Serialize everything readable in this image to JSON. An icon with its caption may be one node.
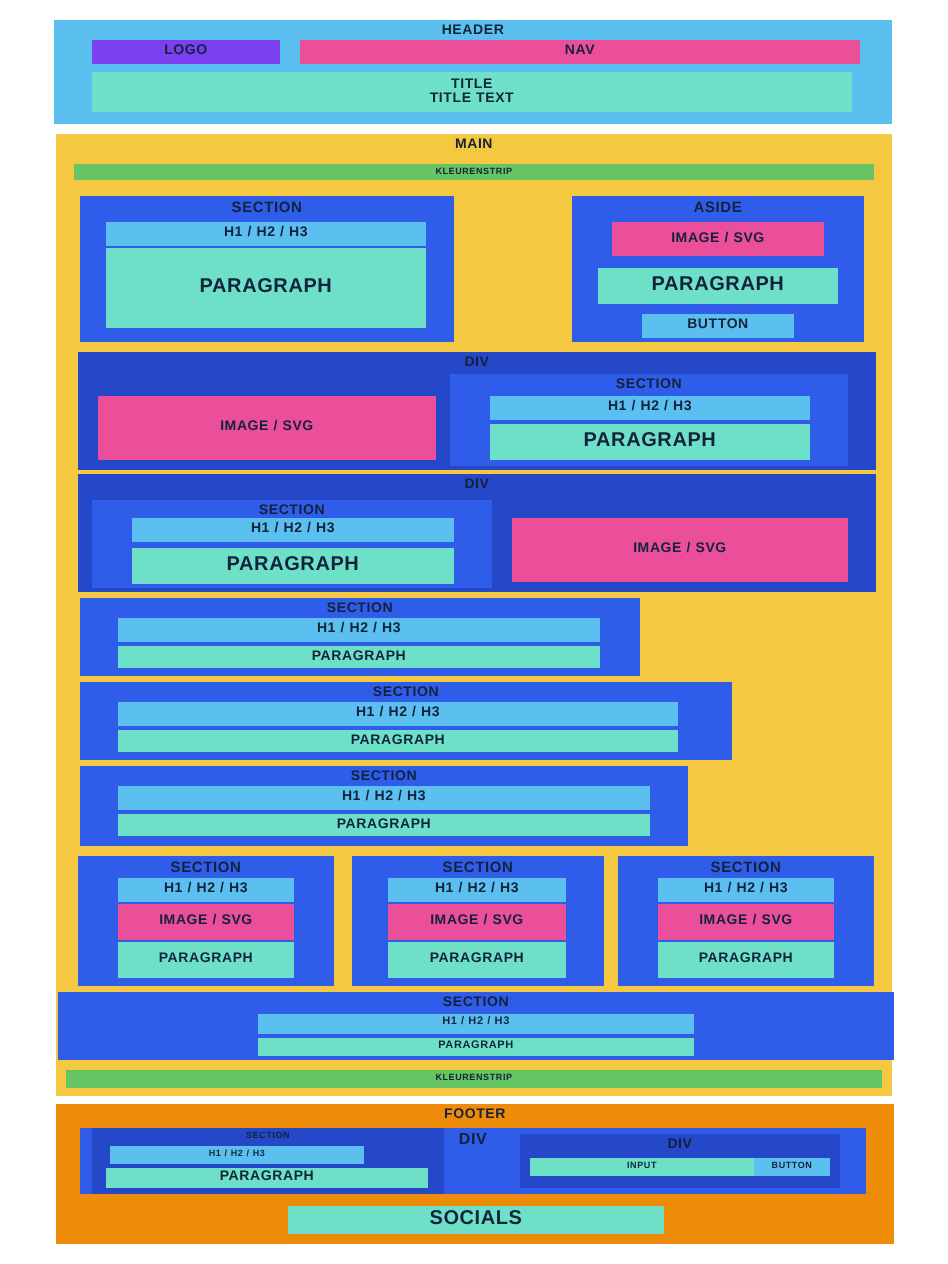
{
  "diagram": {
    "nodes": [
      {
        "text": [
          "HEADER"
        ]
      },
      {
        "text": [
          "LOGO"
        ],
        "in": 0
      },
      {
        "text": [
          "NAV"
        ],
        "in": 0
      },
      {
        "text": [
          "TITLE",
          "TITLE TEXT"
        ],
        "in": 0
      },
      {
        "text": [
          "MAIN"
        ]
      },
      {
        "text": [
          "KLEURENSTRIP"
        ],
        "in": 4
      },
      {
        "text": [
          "SECTION"
        ],
        "in": 4
      },
      {
        "text": [
          "H1 / H2 / H3"
        ],
        "in": 6
      },
      {
        "text": [
          "PARAGRAPH"
        ],
        "in": 6
      },
      {
        "text": [
          "ASIDE"
        ],
        "in": 4
      },
      {
        "text": [
          "IMAGE / SVG"
        ],
        "in": 9
      },
      {
        "text": [
          "PARAGRAPH"
        ],
        "in": 9
      },
      {
        "text": [
          "BUTTON"
        ],
        "in": 9
      },
      {
        "text": [
          "DIV"
        ],
        "in": 4
      },
      {
        "text": [
          "IMAGE / SVG"
        ],
        "in": 13
      },
      {
        "text": [
          "SECTION"
        ],
        "in": 13
      },
      {
        "text": [
          "H1 / H2 / H3"
        ],
        "in": 15
      },
      {
        "text": [
          "PARAGRAPH"
        ],
        "in": 15
      },
      {
        "text": [
          "DIV"
        ],
        "in": 4
      },
      {
        "text": [
          "SECTION"
        ],
        "in": 18
      },
      {
        "text": [
          "H1 / H2 / H3"
        ],
        "in": 19
      },
      {
        "text": [
          "PARAGRAPH"
        ],
        "in": 19
      },
      {
        "text": [
          "IMAGE / SVG"
        ],
        "in": 18
      },
      {
        "text": [
          "SECTION"
        ],
        "in": 4
      },
      {
        "text": [
          "H1 / H2 / H3"
        ],
        "in": 23
      },
      {
        "text": [
          "PARAGRAPH"
        ],
        "in": 23
      },
      {
        "text": [
          "SECTION"
        ],
        "in": 4
      },
      {
        "text": [
          "H1 / H2 / H3"
        ],
        "in": 26
      },
      {
        "text": [
          "PARAGRAPH"
        ],
        "in": 26
      },
      {
        "text": [
          "SECTION"
        ],
        "in": 4
      },
      {
        "text": [
          "H1 / H2 / H3"
        ],
        "in": 29
      },
      {
        "text": [
          "PARAGRAPH"
        ],
        "in": 29
      },
      {
        "text": [
          "SECTION"
        ],
        "in": 4
      },
      {
        "text": [
          "H1 / H2 / H3"
        ],
        "in": 32
      },
      {
        "text": [
          "IMAGE / SVG"
        ],
        "in": 32
      },
      {
        "text": [
          "PARAGRAPH"
        ],
        "in": 32
      },
      {
        "text": [
          "SECTION"
        ],
        "in": 4
      },
      {
        "text": [
          "H1 / H2 / H3"
        ],
        "in": 36
      },
      {
        "text": [
          "IMAGE / SVG"
        ],
        "in": 36
      },
      {
        "text": [
          "PARAGRAPH"
        ],
        "in": 36
      },
      {
        "text": [
          "SECTION"
        ],
        "in": 4
      },
      {
        "text": [
          "H1 / H2 / H3"
        ],
        "in": 40
      },
      {
        "text": [
          "IMAGE / SVG"
        ],
        "in": 40
      },
      {
        "text": [
          "PARAGRAPH"
        ],
        "in": 40
      },
      {
        "text": [
          "SECTION"
        ],
        "in": 4
      },
      {
        "text": [
          "H1 / H2 / H3"
        ],
        "in": 44
      },
      {
        "text": [
          "PARAGRAPH"
        ],
        "in": 44
      },
      {
        "text": [
          "KLEURENSTRIP"
        ],
        "in": 4
      },
      {
        "text": [
          "FOOTER"
        ]
      },
      {
        "text": [
          "DIV"
        ],
        "in": 48
      },
      {
        "text": [
          "SECTION"
        ],
        "in": 49
      },
      {
        "text": [
          "H1 / H2 / H3"
        ],
        "in": 50
      },
      {
        "text": [
          "PARAGRAPH"
        ],
        "in": 50
      },
      {
        "text": [
          "DIV"
        ],
        "in": 49
      },
      {
        "text": [
          "INPUT"
        ],
        "in": 53
      },
      {
        "text": [
          "BUTTON"
        ],
        "in": 53
      },
      {
        "text": [
          "SOCIALS"
        ],
        "in": 48
      }
    ]
  }
}
